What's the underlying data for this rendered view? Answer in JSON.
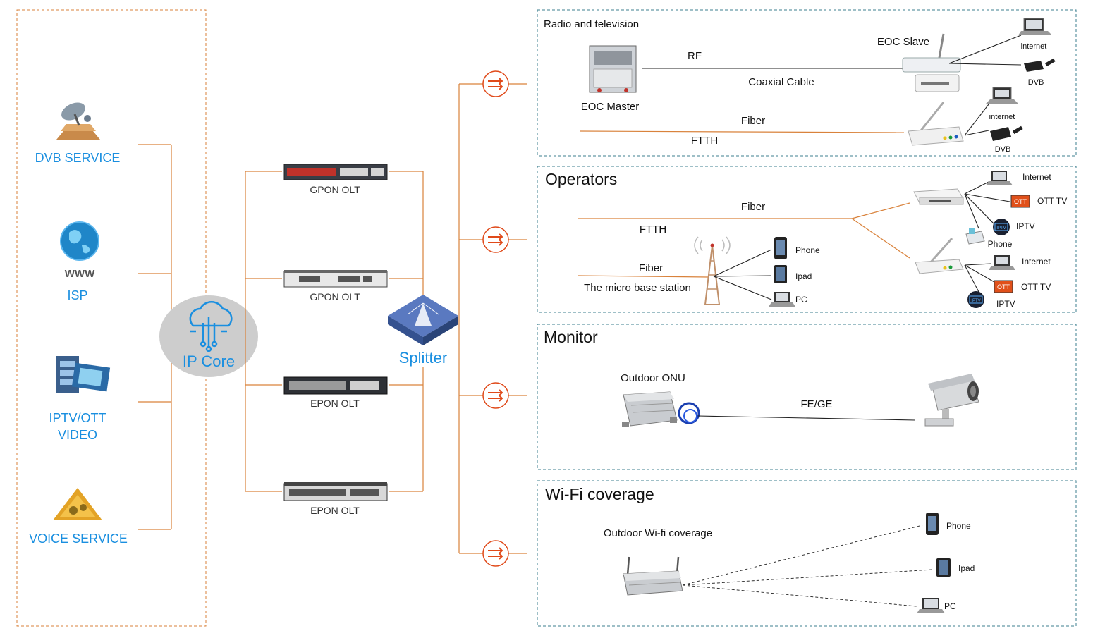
{
  "services": {
    "dvb": "DVB SERVICE",
    "isp": "ISP",
    "www": "WWW",
    "iptv_line1": "IPTV/OTT",
    "iptv_line2": "VIDEO",
    "voice": "VOICE SERVICE"
  },
  "core": {
    "label": "IP Core"
  },
  "olts": [
    "GPON OLT",
    "GPON OLT",
    "EPON OLT",
    "EPON OLT"
  ],
  "splitter": {
    "label": "Splitter"
  },
  "radio_tv": {
    "title": "Radio and television",
    "master": "EOC Master",
    "rf": "RF",
    "coax": "Coaxial Cable",
    "slave": "EOC Slave",
    "fiber": "Fiber",
    "ftth": "FTTH",
    "internet1": "internet",
    "dvb1": "DVB",
    "internet2": "internet",
    "dvb2": "DVB"
  },
  "operators": {
    "title": "Operators",
    "fiber": "Fiber",
    "ftth": "FTTH",
    "fiber2": "Fiber",
    "station": "The micro base station",
    "phone": "Phone",
    "ipad": "Ipad",
    "pc": "PC",
    "internet1": "Internet",
    "ott1": "OTT TV",
    "iptv1": "IPTV",
    "phone2": "Phone",
    "internet2": "Internet",
    "ott2": "OTT TV",
    "iptv2": "IPTV",
    "ott_badge": "OTT",
    "iptv_badge": "IPTV"
  },
  "monitor": {
    "title": "Monitor",
    "onu": "Outdoor ONU",
    "fege": "FE/GE"
  },
  "wifi": {
    "title": "Wi-Fi coverage",
    "device": "Outdoor Wi-fi coverage",
    "phone": "Phone",
    "ipad": "Ipad",
    "pc": "PC"
  },
  "colors": {
    "service_blue": "#1a8fe0",
    "link_orange": "#d9823b",
    "arrow_red": "#e04a1a",
    "panel_border": "#3d7f8f"
  }
}
